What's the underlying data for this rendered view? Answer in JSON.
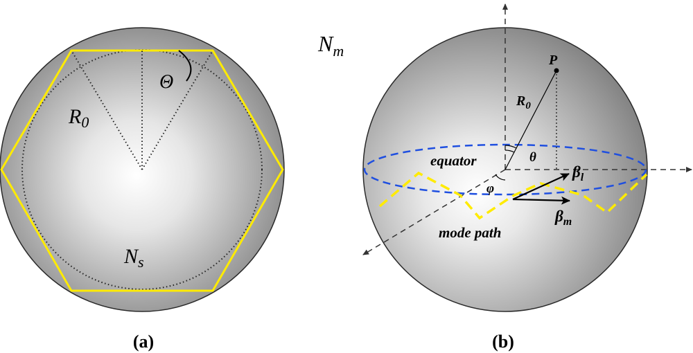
{
  "panel_a": {
    "caption": "(a)",
    "radius_label": "R",
    "radius_sub": "0",
    "angle_label": "Θ",
    "sphere_index_label": "N",
    "sphere_index_sub": "s"
  },
  "panel_b": {
    "caption": "(b)",
    "medium_index_label": "N",
    "medium_index_sub": "m",
    "point_label": "P",
    "radius_label": "R",
    "radius_sub": "0",
    "theta_label": "θ",
    "phi_label": "φ",
    "equator_label": "equator",
    "mode_path_label": "mode path",
    "beta_l_label": "β",
    "beta_l_sub": "l",
    "beta_m_label": "β",
    "beta_m_sub": "m"
  },
  "colors": {
    "hexagon": "#ffeb00",
    "mode_path": "#ffeb00",
    "equator": "#1f4fe0",
    "sphere_edge": "#7f7f7f",
    "sphere_center": "#ffffff",
    "outline": "#000000"
  }
}
